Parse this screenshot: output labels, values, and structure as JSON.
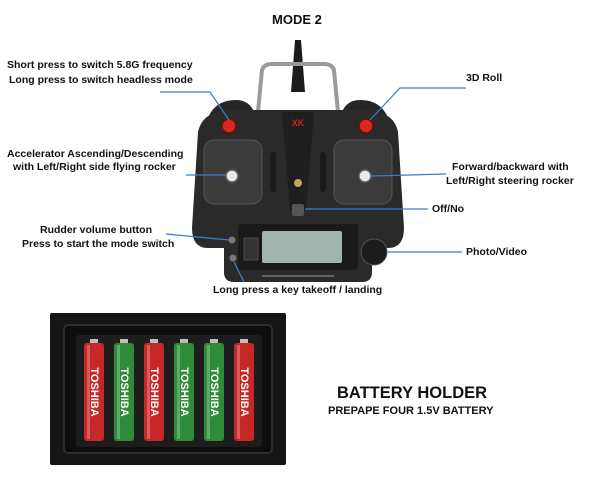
{
  "diagram": {
    "title": "MODE 2",
    "brand_logo_text": "XK",
    "labels": {
      "short_press": "Short press to switch 5.8G frequency",
      "long_press": "Long press to switch headless mode",
      "roll_3d": "3D Roll",
      "accel_line1": "Accelerator Ascending/Descending",
      "accel_line2": "with Left/Right side flying rocker",
      "forward_line1": "Forward/backward with",
      "forward_line2": "Left/Right steering rocker",
      "off_no": "Off/No",
      "rudder_line1": "Rudder volume button",
      "rudder_line2": "Press to start the mode switch",
      "photo_video": "Photo/Video",
      "takeoff": "Long press a key takeoff / landing"
    },
    "colors": {
      "leader_line": "#3a7bd5",
      "controller_body": "#2a2a2a",
      "red_button": "#d42a1f"
    }
  },
  "battery": {
    "heading": "BATTERY HOLDER",
    "subheading": "PREPAPE FOUR 1.5V BATTERY",
    "brand_text": "TOSHIBA",
    "cells": [
      "red",
      "green",
      "red",
      "green",
      "green",
      "red"
    ],
    "colors": {
      "red_cell": "#c62828",
      "green_cell": "#2e8b3a"
    }
  }
}
